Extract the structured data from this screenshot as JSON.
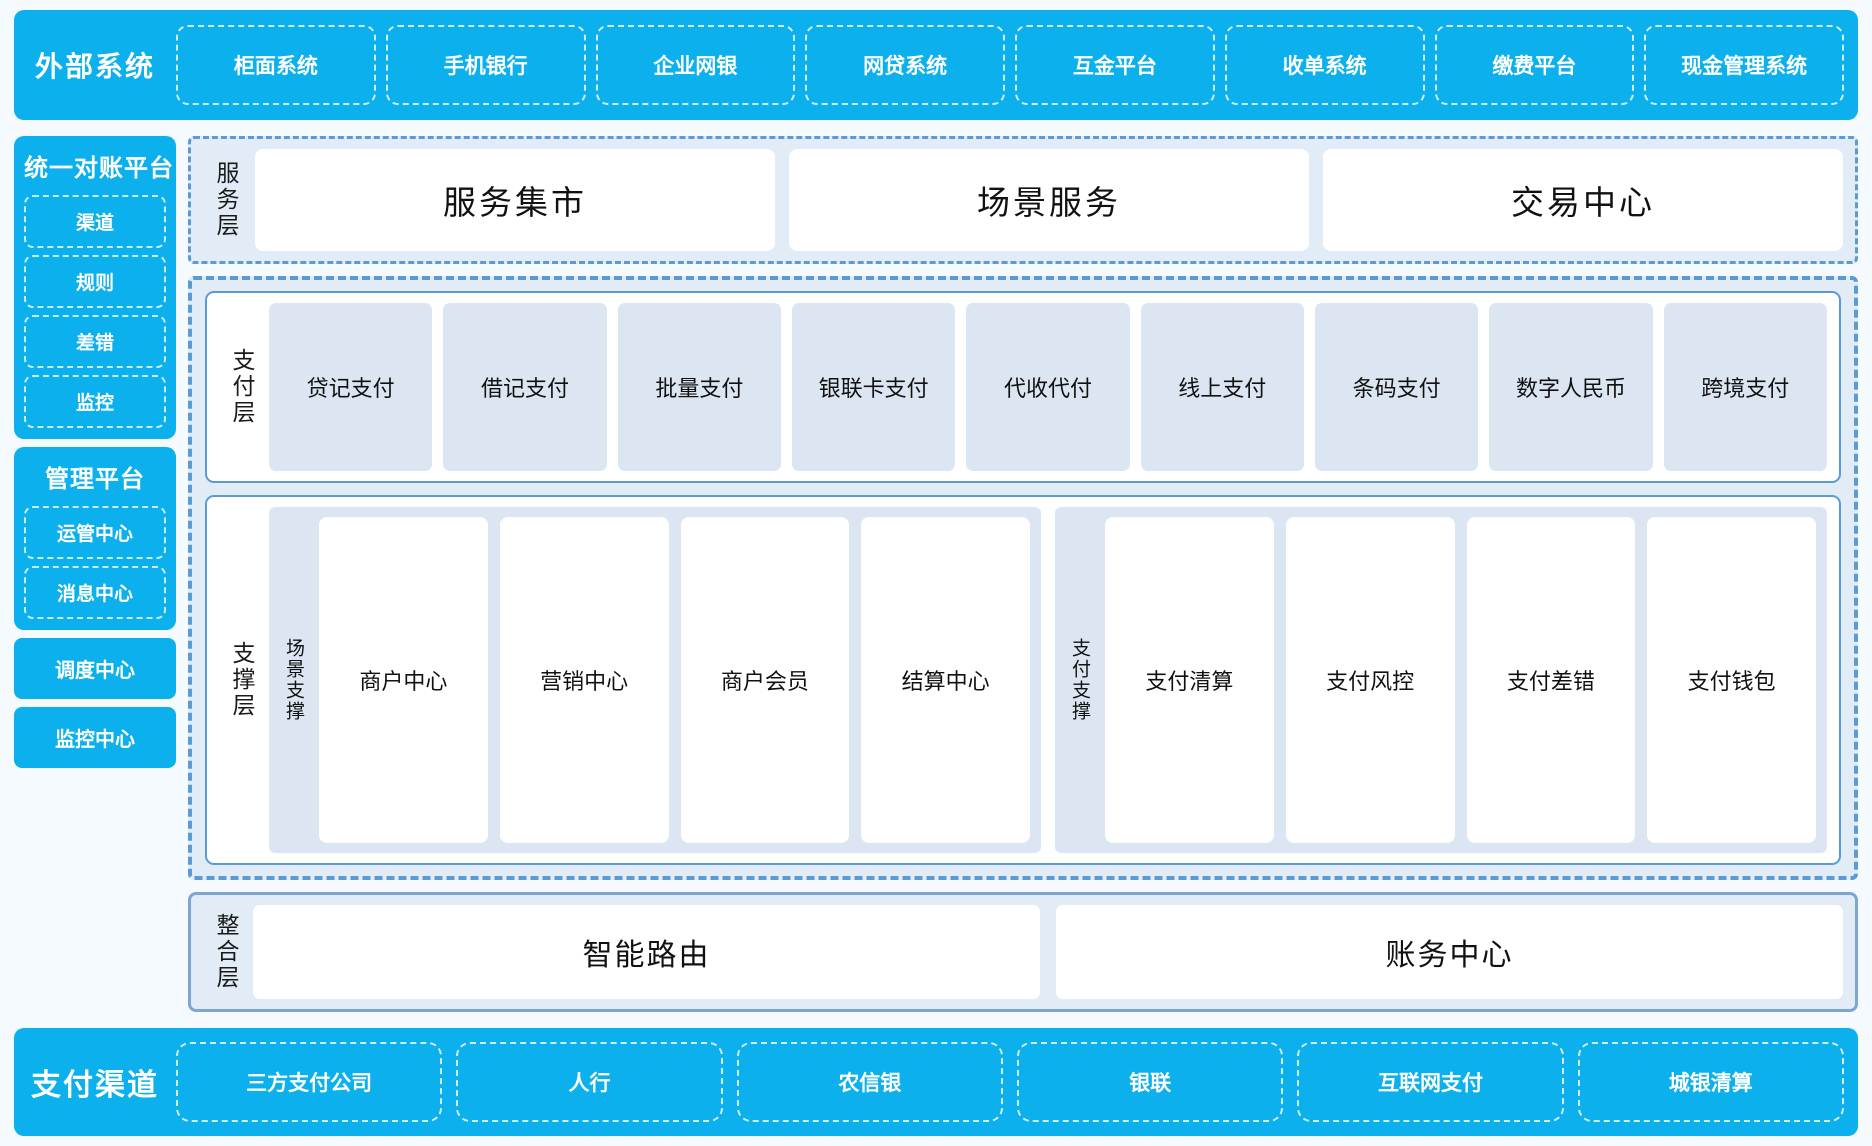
{
  "external": {
    "title": "外部系统",
    "items": [
      "柜面系统",
      "手机银行",
      "企业网银",
      "网贷系统",
      "互金平台",
      "收单系统",
      "缴费平台",
      "现金管理系统"
    ]
  },
  "sidebar": {
    "recon_platform": {
      "title": "统一对账平台",
      "items": [
        "渠道",
        "规则",
        "差错",
        "监控"
      ]
    },
    "manage_platform": {
      "title": "管理平台",
      "items": [
        "运管中心",
        "消息中心"
      ]
    },
    "standalone": [
      "调度中心",
      "监控中心"
    ]
  },
  "service_layer": {
    "label": "服务层",
    "cards": [
      "服务集市",
      "场景服务",
      "交易中心"
    ]
  },
  "payment_layer": {
    "label": "支付层",
    "cards": [
      "贷记支付",
      "借记支付",
      "批量支付",
      "银联卡支付",
      "代收代付",
      "线上支付",
      "条码支付",
      "数字人民币",
      "跨境支付"
    ]
  },
  "support_layer": {
    "label": "支撑层",
    "groups": [
      {
        "label": "场景支撑",
        "cards": [
          "商户中心",
          "营销中心",
          "商户会员",
          "结算中心"
        ]
      },
      {
        "label": "支付支撑",
        "cards": [
          "支付清算",
          "支付风控",
          "支付差错",
          "支付钱包"
        ]
      }
    ]
  },
  "integration_layer": {
    "label": "整合层",
    "cards": [
      "智能路由",
      "账务中心"
    ]
  },
  "channels": {
    "title": "支付渠道",
    "items": [
      "三方支付公司",
      "人行",
      "农信银",
      "银联",
      "互联网支付",
      "城银清算"
    ]
  },
  "colors": {
    "brand_cyan": "#0cb0ec",
    "panel_blue": "#e2ecf7",
    "card_blue": "#dce6f3",
    "border_blue": "#5b9bd5",
    "page_bg": "#f5fafe"
  }
}
